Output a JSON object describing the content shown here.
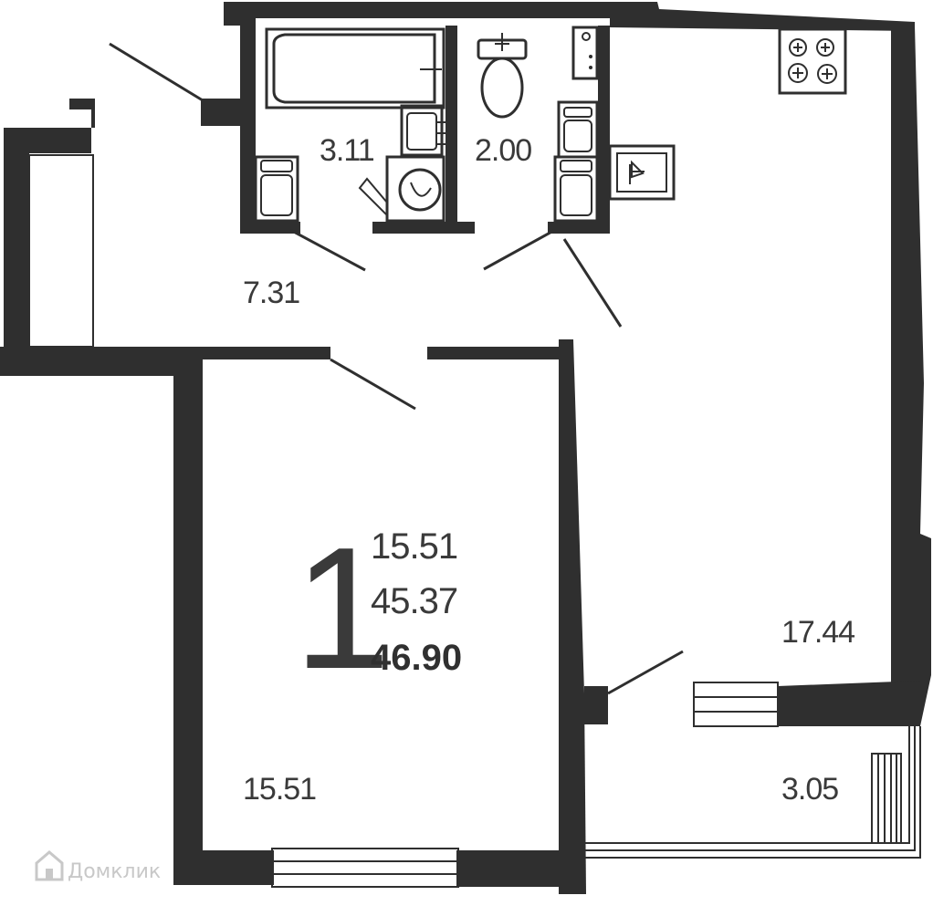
{
  "plan": {
    "rooms": [
      {
        "id": "bathroom",
        "area": "3.11"
      },
      {
        "id": "toilet",
        "area": "2.00"
      },
      {
        "id": "hallway",
        "area": "7.31"
      },
      {
        "id": "kitchen",
        "area": "17.44"
      },
      {
        "id": "bedroom",
        "area": "15.51"
      },
      {
        "id": "balcony",
        "area": "3.05"
      }
    ],
    "summary": {
      "rooms_count": "1",
      "living_area": "15.51",
      "total_area": "45.37",
      "area_with_balcony": "46.90"
    }
  },
  "watermark": {
    "text": "Домклик",
    "icon": "home-icon"
  },
  "colors": {
    "wall": "#2f2f2f",
    "text": "#3a3a3a",
    "watermark": "#c8c8c8"
  }
}
